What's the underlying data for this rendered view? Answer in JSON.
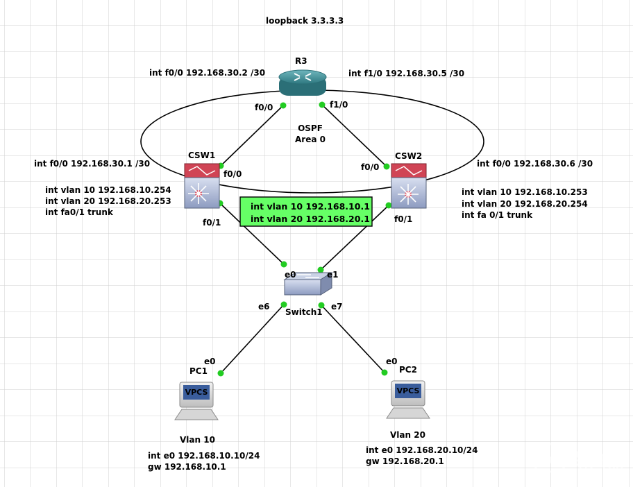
{
  "loopback_label": "loopback 3.3.3.3",
  "ospf": {
    "line1": "OSPF",
    "line2": "Area 0"
  },
  "r3": {
    "name": "R3",
    "left_if": "int f0/0 192.168.30.2 /30",
    "right_if": "int f1/0 192.168.30.5 /30",
    "port_left": "f0/0",
    "port_right": "f1/0"
  },
  "csw1": {
    "name": "CSW1",
    "if_f00": "int f0/0 192.168.30.1 /30",
    "vlan10": "int vlan 10 192.168.10.254",
    "vlan20": "int vlan 20 192.168.20.253",
    "trunk": "int fa0/1 trunk",
    "port_up": "f0/0",
    "port_down": "f0/1"
  },
  "csw2": {
    "name": "CSW2",
    "if_f00": "int f0/0 192.168.30.6 /30",
    "vlan10": "int vlan 10 192.168.10.253",
    "vlan20": "int vlan 20 192.168.20.254",
    "trunk": "int fa 0/1 trunk",
    "port_up": "f0/0",
    "port_down": "f0/1"
  },
  "vip": {
    "line1": "int vlan 10 192.168.10.1",
    "line2": "int vlan 20 192.168.20.1",
    "color": "#66ff66"
  },
  "switch1": {
    "name": "Switch1",
    "e0": "e0",
    "e1": "e1",
    "e6": "e6",
    "e7": "e7"
  },
  "pc1": {
    "name": "PC1",
    "port": "e0",
    "screen": "VPCS",
    "vlan": "Vlan 10",
    "ip": "int e0 192.168.10.10/24",
    "gw": "gw 192.168.10.1"
  },
  "pc2": {
    "name": "PC2",
    "port": "e0",
    "screen": "VPCS",
    "vlan": "Vlan 20",
    "ip": "int e0 192.168.20.10/24",
    "gw": "gw 192.168.20.1"
  },
  "watermark": "路由器",
  "colors": {
    "link_dot": "#22cc22",
    "router": "#3d8f97",
    "l3switch_top": "#cc3344",
    "l3switch_body": "#b8c4dc",
    "grid": "#d0d0d0"
  }
}
